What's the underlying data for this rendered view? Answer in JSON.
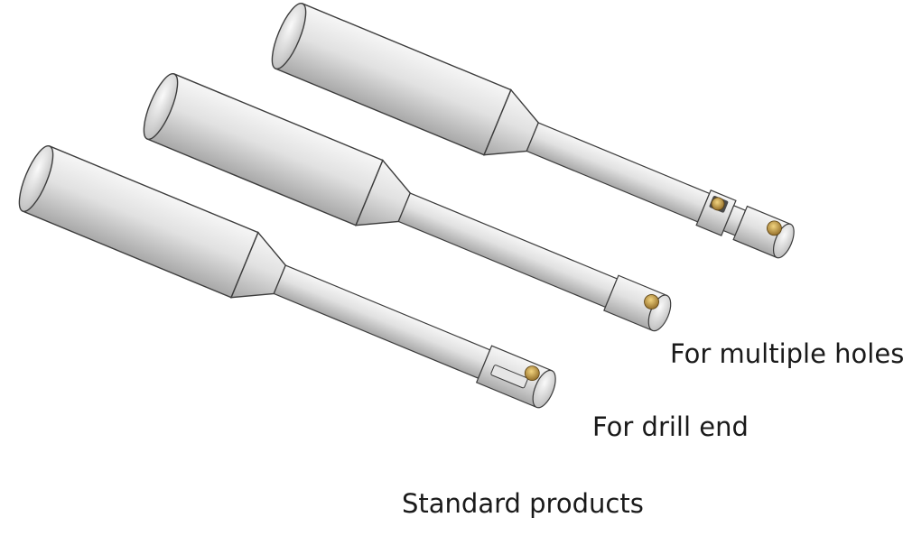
{
  "figure": {
    "labels": {
      "multiple_holes": "For multiple holes",
      "drill_end": "For drill end",
      "standard": "Standard products"
    },
    "colors": {
      "body_light": "#f2f2f2",
      "body_mid": "#d3d3d3",
      "body_dark": "#a9a9a9",
      "outline": "#3c3c3c",
      "insert_gold": "#c9a040",
      "label_text": "#1a1a1a"
    }
  }
}
